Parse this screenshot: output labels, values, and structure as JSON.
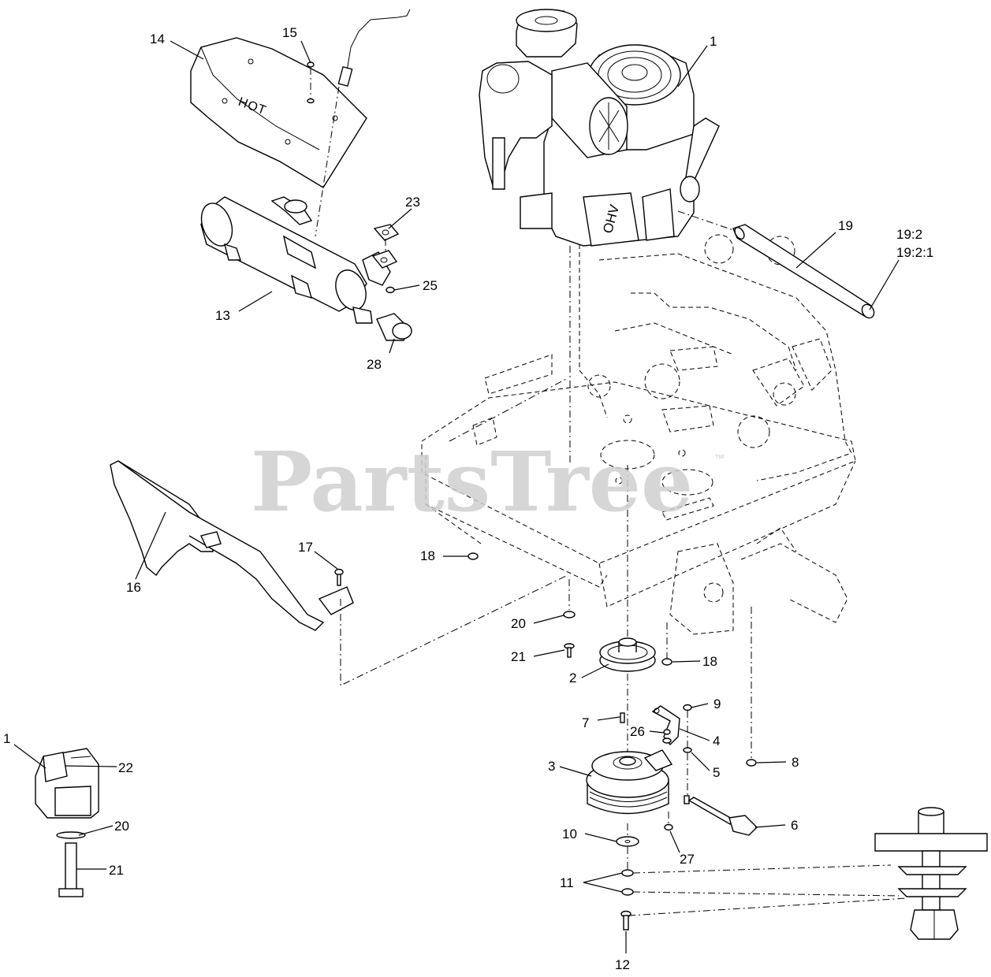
{
  "watermark": {
    "text": "PartsTree",
    "trademark": "™"
  },
  "labels": {
    "hot": "HOT"
  },
  "callouts": {
    "c1_top": "1",
    "c1_inset": "1",
    "c2": "2",
    "c3": "3",
    "c4": "4",
    "c5": "5",
    "c6": "6",
    "c7": "7",
    "c8": "8",
    "c9": "9",
    "c10": "10",
    "c11": "11",
    "c12": "12",
    "c13": "13",
    "c14": "14",
    "c15": "15",
    "c16": "16",
    "c17": "17",
    "c18_top": "18",
    "c18_bottom": "18",
    "c19": "19",
    "c19_2": "19:2",
    "c19_2_1": "19:2:1",
    "c20_main": "20",
    "c20_inset": "20",
    "c21_main": "21",
    "c21_inset": "21",
    "c22": "22",
    "c23": "23",
    "c25": "25",
    "c26": "26",
    "c27": "27",
    "c28": "28"
  }
}
